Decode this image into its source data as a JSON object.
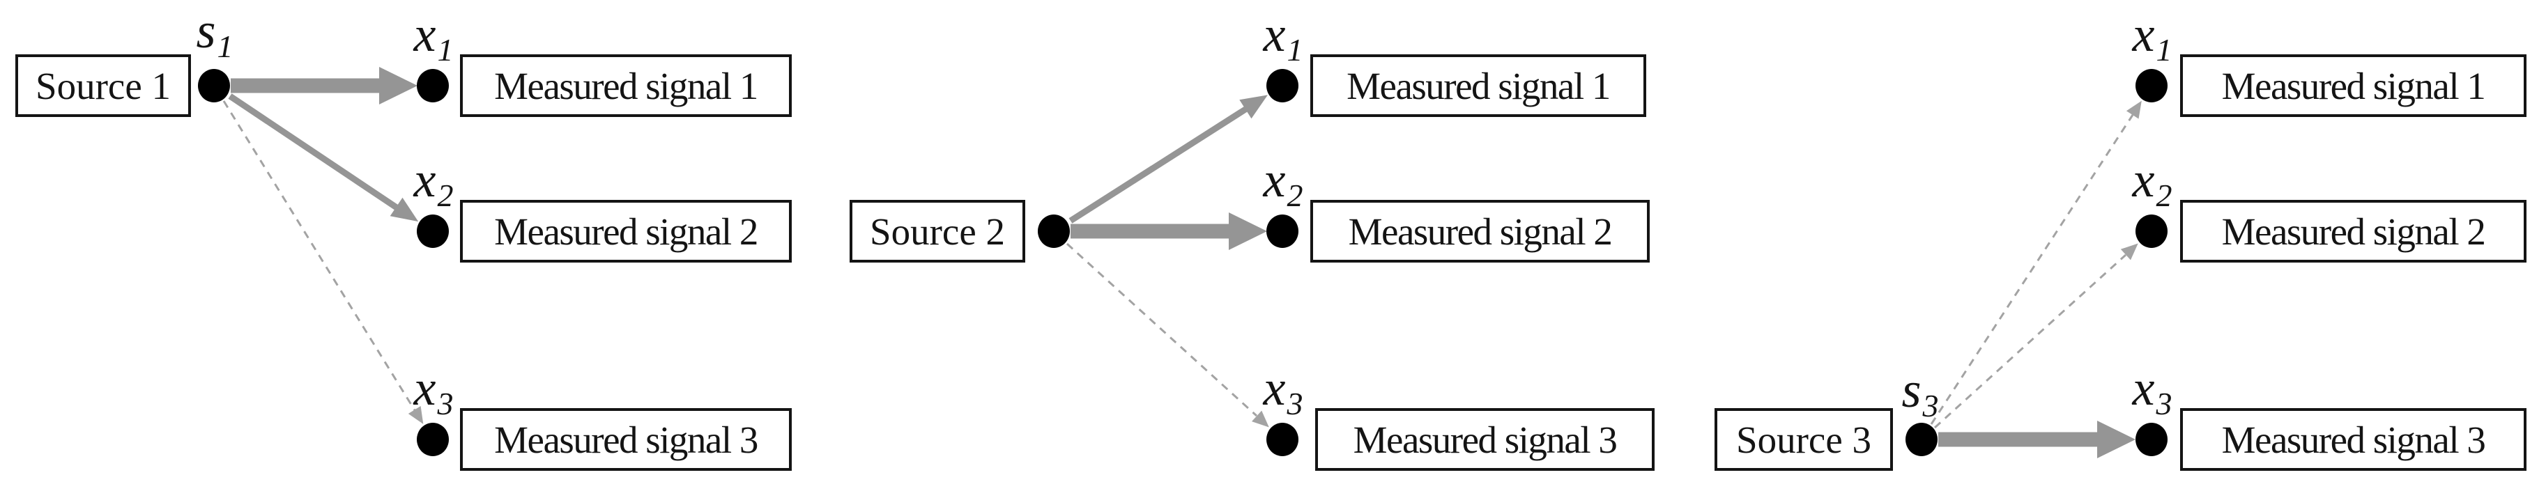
{
  "colors": {
    "arrow_solid": "#959595",
    "arrow_dashed": "#a3a3a3",
    "node": "#000000",
    "box_border_and_text": "#141414",
    "background": "#ffffff"
  },
  "panels": [
    {
      "source": {
        "label": "Source 1",
        "node_base": "s",
        "node_sub": "1"
      },
      "signals": [
        {
          "label": "Measured signal 1",
          "node_base": "x",
          "node_sub": "1",
          "mixing_strength": "strong"
        },
        {
          "label": "Measured signal 2",
          "node_base": "x",
          "node_sub": "2",
          "mixing_strength": "medium"
        },
        {
          "label": "Measured signal 3",
          "node_base": "x",
          "node_sub": "3",
          "mixing_strength": "weak"
        }
      ]
    },
    {
      "source": {
        "label": "Source 2",
        "node_base": "",
        "node_sub": ""
      },
      "signals": [
        {
          "label": "Measured signal 1",
          "node_base": "x",
          "node_sub": "1",
          "mixing_strength": "medium"
        },
        {
          "label": "Measured signal 2",
          "node_base": "x",
          "node_sub": "2",
          "mixing_strength": "strong"
        },
        {
          "label": "Measured signal 3",
          "node_base": "x",
          "node_sub": "3",
          "mixing_strength": "weak"
        }
      ]
    },
    {
      "source": {
        "label": "Source 3",
        "node_base": "s",
        "node_sub": "3"
      },
      "signals": [
        {
          "label": "Measured signal 1",
          "node_base": "x",
          "node_sub": "1",
          "mixing_strength": "weak"
        },
        {
          "label": "Measured signal 2",
          "node_base": "x",
          "node_sub": "2",
          "mixing_strength": "weak"
        },
        {
          "label": "Measured signal 3",
          "node_base": "x",
          "node_sub": "3",
          "mixing_strength": "strong"
        }
      ]
    }
  ]
}
